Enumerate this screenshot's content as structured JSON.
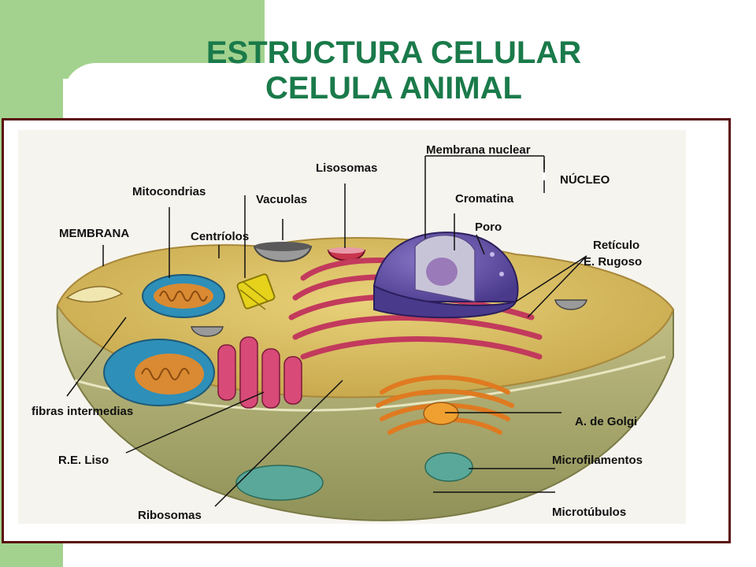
{
  "header": {
    "title_line1": "ESTRUCTURA CELULAR",
    "title_line2": "CELULA ANIMAL"
  },
  "diagram": {
    "labels": {
      "membrana_nuclear": "Membrana nuclear",
      "nucleo": "NÚCLEO",
      "lisosomas": "Lisosomas",
      "mitocondrias": "Mitocondrias",
      "vacuolas": "Vacuolas",
      "cromatina": "Cromatina",
      "poro": "Poro",
      "membrana": "MEMBRANA",
      "centriolos": "Centríolos",
      "reticulo_line1": "Retículo",
      "reticulo_line2": "E. Rugoso",
      "fibras_intermedias": "fibras intermedias",
      "golgi": "A. de Golgi",
      "re_liso": "R.E. Liso",
      "microfilamentos": "Microfilamentos",
      "ribosomas": "Ribosomas",
      "microtubulos": "Microtúbulos"
    }
  },
  "colors": {
    "accent_green": "#a3d28f",
    "title_green": "#1a7a4a",
    "frame_border": "#5a0c0c"
  }
}
